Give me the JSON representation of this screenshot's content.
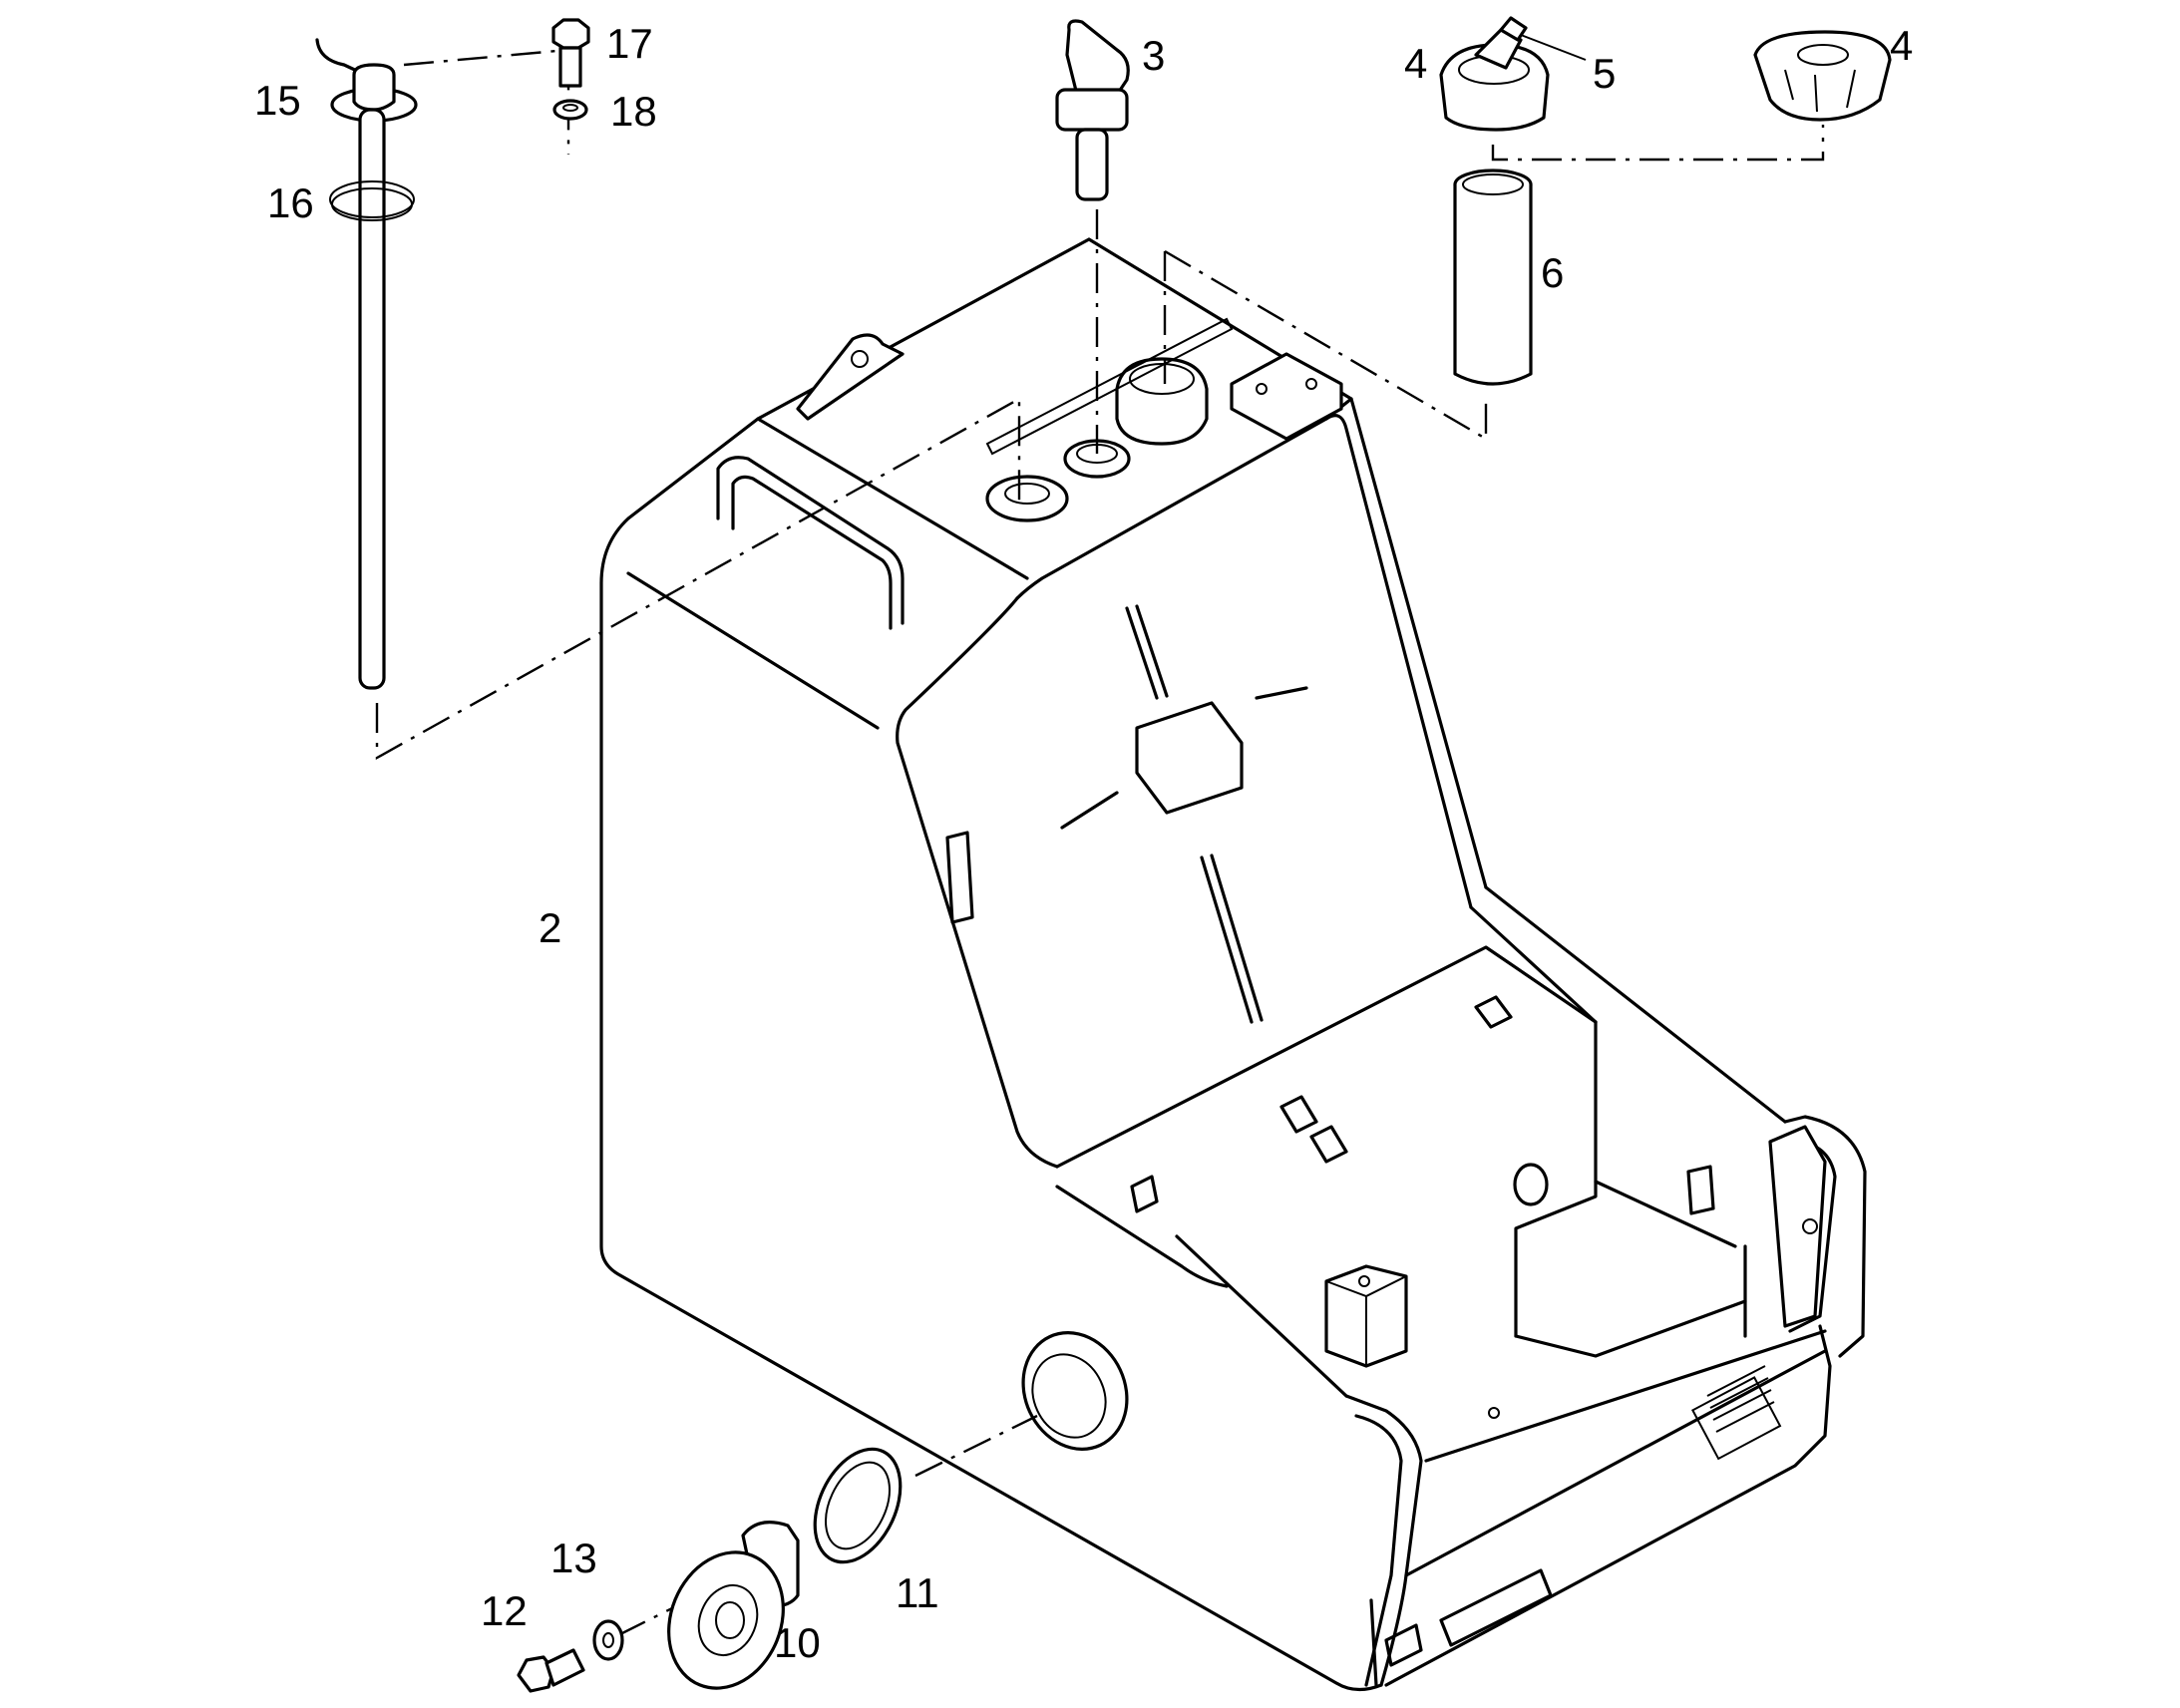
{
  "diagram": {
    "callouts": {
      "c2": "2",
      "c3": "3",
      "c4a": "4",
      "c4b": "4",
      "c5": "5",
      "c6": "6",
      "c10": "10",
      "c11": "11",
      "c12": "12",
      "c13": "13",
      "c15": "15",
      "c16": "16",
      "c17": "17",
      "c18": "18"
    }
  }
}
